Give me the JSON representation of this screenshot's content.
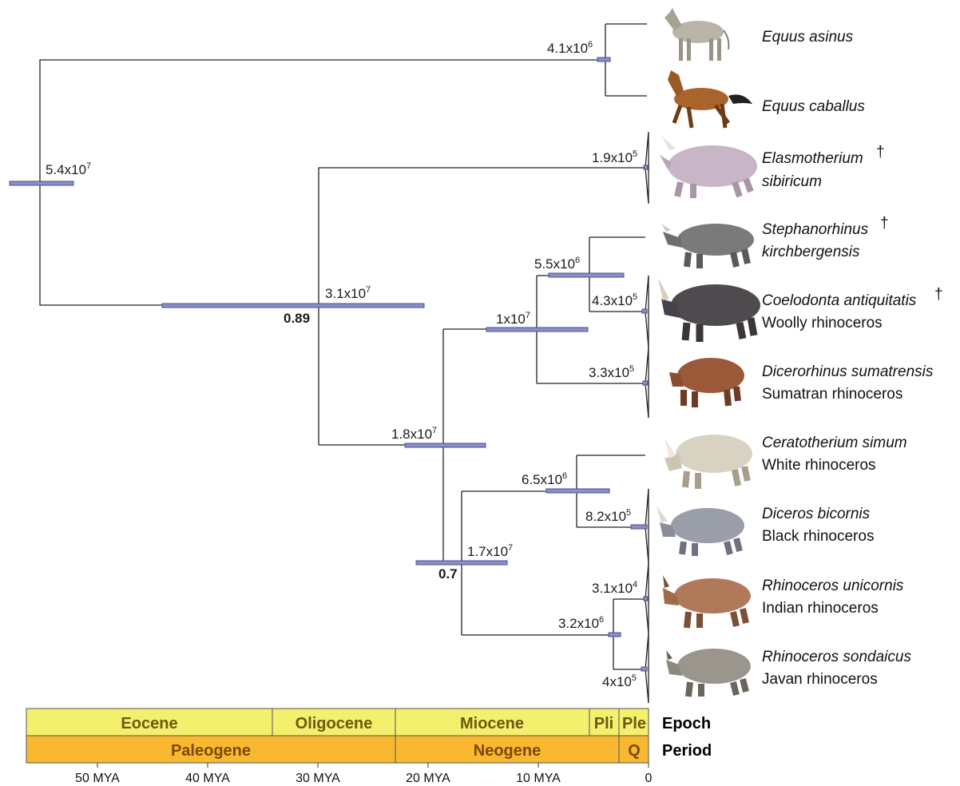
{
  "taxa": [
    {
      "genus": "Equus asinus",
      "common": "",
      "extinct": false
    },
    {
      "genus": "Equus caballus",
      "common": "",
      "extinct": false
    },
    {
      "genus": "Elasmotherium",
      "genus2": "sibiricum",
      "common": "",
      "extinct": true
    },
    {
      "genus": "Stephanorhinus",
      "genus2": "kirchbergensis",
      "common": "",
      "extinct": true
    },
    {
      "genus": "Coelodonta antiquitatis",
      "common": "Woolly rhinoceros",
      "extinct": true
    },
    {
      "genus": "Dicerorhinus sumatrensis",
      "common": "Sumatran rhinoceros",
      "extinct": false
    },
    {
      "genus": "Ceratotherium simum",
      "common": "White rhinoceros",
      "extinct": false
    },
    {
      "genus": "Diceros bicornis",
      "common": "Black rhinoceros",
      "extinct": false
    },
    {
      "genus": "Rhinoceros unicornis",
      "common": "Indian rhinoceros",
      "extinct": false
    },
    {
      "genus": "Rhinoceros sondaicus",
      "common": "Javan rhinoceros",
      "extinct": false
    }
  ],
  "dagger": "†",
  "node_labels": [
    {
      "base": "5.4x10",
      "exp": "7"
    },
    {
      "base": "4.1x10",
      "exp": "6"
    },
    {
      "base": "1.9x10",
      "exp": "5"
    },
    {
      "base": "3.1x10",
      "exp": "7"
    },
    {
      "base": "5.5x10",
      "exp": "6"
    },
    {
      "base": "1x10",
      "exp": "7"
    },
    {
      "base": "4.3x10",
      "exp": "5"
    },
    {
      "base": "3.3x10",
      "exp": "5"
    },
    {
      "base": "1.8x10",
      "exp": "7"
    },
    {
      "base": "6.5x10",
      "exp": "6"
    },
    {
      "base": "8.2x10",
      "exp": "5"
    },
    {
      "base": "1.7x10",
      "exp": "7"
    },
    {
      "base": "3.1x10",
      "exp": "4"
    },
    {
      "base": "3.2x10",
      "exp": "6"
    },
    {
      "base": "4x10",
      "exp": "5"
    }
  ],
  "support_values": [
    "0.89",
    "0.7"
  ],
  "epochs": [
    "Eocene",
    "Oligocene",
    "Miocene",
    "Pli",
    "Ple"
  ],
  "periods": [
    "Paleogene",
    "Neogene",
    "Q"
  ],
  "row_labels": {
    "epoch": "Epoch",
    "period": "Period"
  },
  "axis_ticks": [
    "50 MYA",
    "40 MYA",
    "30 MYA",
    "20 MYA",
    "10 MYA",
    "0"
  ],
  "colors": {
    "epoch_fill": "#f5ef6e",
    "period_fill": "#f9b830",
    "hpd_bar": "#8a8fc9",
    "branch": "#222222"
  }
}
